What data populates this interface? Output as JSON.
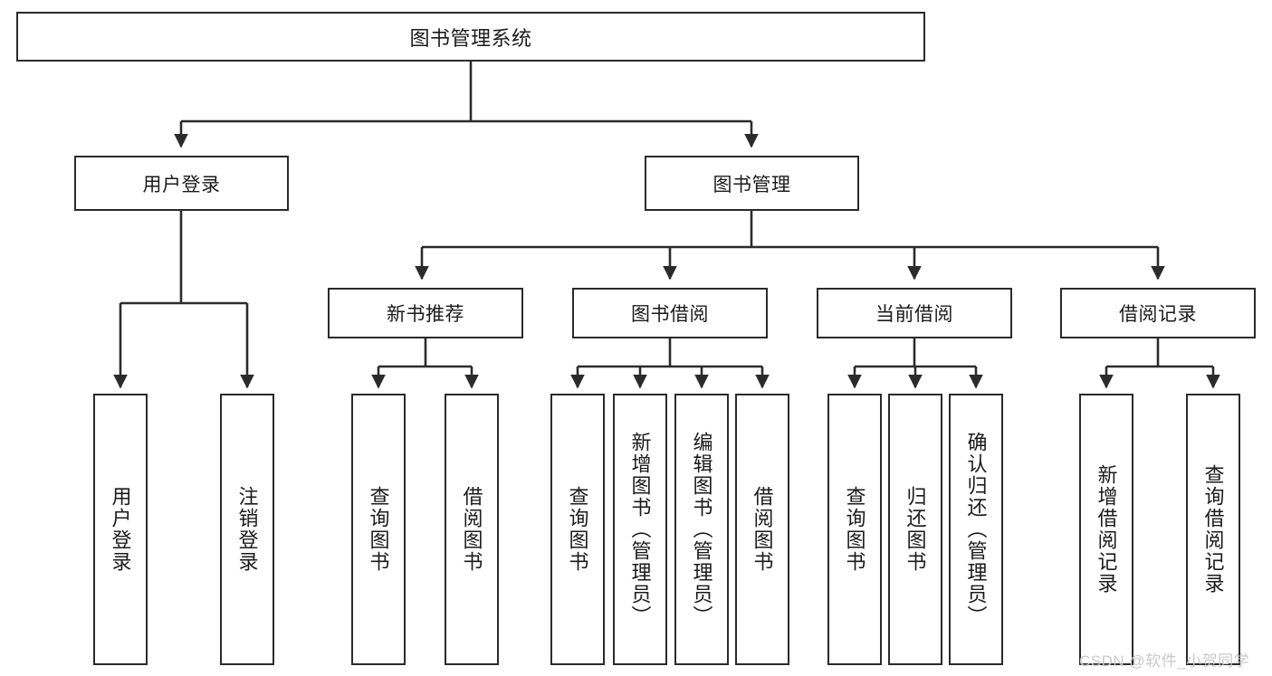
{
  "diagram": {
    "type": "tree",
    "title": "图书管理系统",
    "watermark": "CSDN @软件_小贺同学",
    "colors": {
      "node_border": "#2b2b2b",
      "node_fill": "#ffffff",
      "edge": "#2b2b2b",
      "text": "#1b1b1b",
      "watermark": "#c9c9c9"
    },
    "root": {
      "label": "图书管理系统"
    },
    "level1": [
      {
        "label": "用户登录"
      },
      {
        "label": "图书管理"
      }
    ],
    "level2": [
      {
        "label": "新书推荐"
      },
      {
        "label": "图书借阅"
      },
      {
        "label": "当前借阅"
      },
      {
        "label": "借阅记录"
      }
    ],
    "leaves": {
      "user_login": [
        {
          "label": "用户登录"
        },
        {
          "label": "注销登录"
        }
      ],
      "new_book_recommend": [
        {
          "label": "查询图书"
        },
        {
          "label": "借阅图书"
        }
      ],
      "book_borrow": [
        {
          "label": "查询图书"
        },
        {
          "label": "新增图书（管理员）"
        },
        {
          "label": "编辑图书（管理员）"
        },
        {
          "label": "借阅图书"
        }
      ],
      "current_borrow": [
        {
          "label": "查询图书"
        },
        {
          "label": "归还图书"
        },
        {
          "label": "确认归还（管理员）"
        }
      ],
      "borrow_record": [
        {
          "label": "新增借阅记录"
        },
        {
          "label": "查询借阅记录"
        }
      ]
    }
  }
}
